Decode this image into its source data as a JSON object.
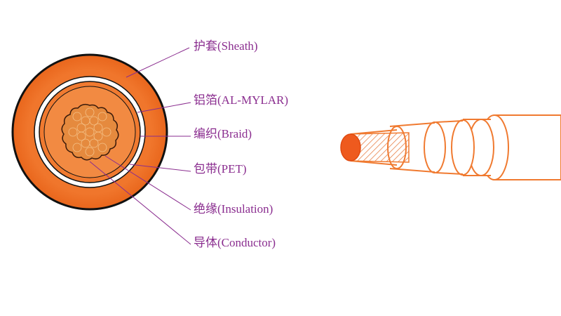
{
  "labels": {
    "sheath": "护套(Sheath)",
    "foil": "铝箔(AL-MYLAR)",
    "braid": "编织(Braid)",
    "pet": "包带(PET)",
    "insulation": "绝缘(Insulation)",
    "conductor": "导体(Conductor)"
  },
  "colors": {
    "cable_orange": "#f07a30",
    "conductor_fill": "#e88a3c",
    "leader_line": "#8a2d8f",
    "label_text": "#8a2d8f"
  }
}
